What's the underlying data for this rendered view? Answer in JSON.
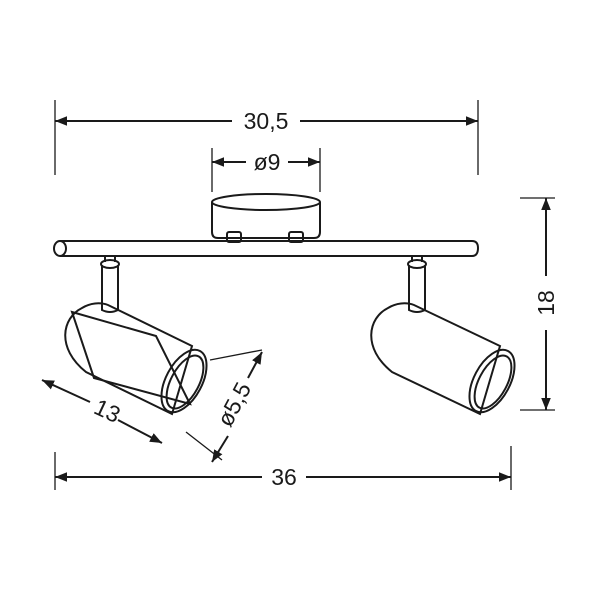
{
  "dimensions": {
    "top_width": "30,5",
    "canopy_diameter": "ø9",
    "height": "18",
    "spot_length": "13",
    "spot_diameter": "ø5,5",
    "total_width": "36"
  }
}
